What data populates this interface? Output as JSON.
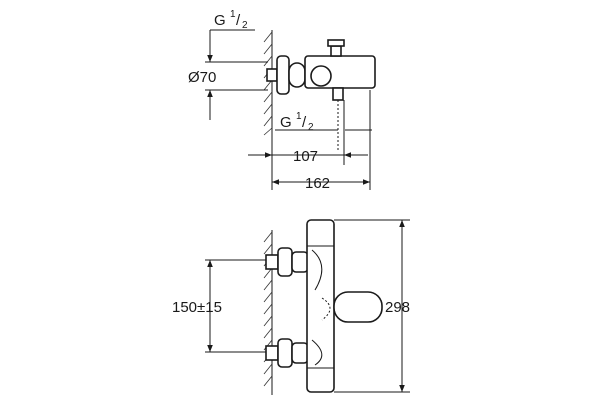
{
  "side_view": {
    "thread_top": {
      "main": "G",
      "num": "1",
      "den": "2"
    },
    "diameter": "Ø70",
    "thread_outlet": {
      "main": "G",
      "num": "1",
      "den": "2"
    },
    "dim_depth_body": "107",
    "dim_depth_total": "162"
  },
  "front_view": {
    "dim_center_distance": "150±15",
    "dim_height": "298"
  }
}
